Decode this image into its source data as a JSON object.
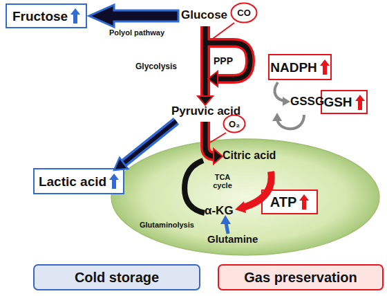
{
  "diagram": {
    "nodes": [
      {
        "text": [
          "Fructose"
        ]
      },
      {
        "text": [
          "CO"
        ]
      },
      {
        "text": [
          "NADPH"
        ]
      },
      {
        "text": [
          "GSH"
        ]
      },
      {
        "text": [
          "Lactic acid"
        ]
      },
      {
        "text": [
          "O₂"
        ]
      },
      {
        "text": [
          "Citric acid",
          "TCA cycle",
          "α-KG",
          "Glutaminolysis",
          "Glutamine"
        ]
      },
      {
        "text": [
          "ATP"
        ],
        "in": 6
      }
    ],
    "labels": [
      "Glucose",
      "Polyol pathway",
      "Glycolysis",
      "PPP",
      "GSSG",
      "Pyruvic acid"
    ],
    "legend": [
      {
        "text": "Cold storage",
        "color": "#dfe6f3"
      },
      {
        "text": "Gas preservation",
        "color": "#fde4e1"
      }
    ]
  }
}
